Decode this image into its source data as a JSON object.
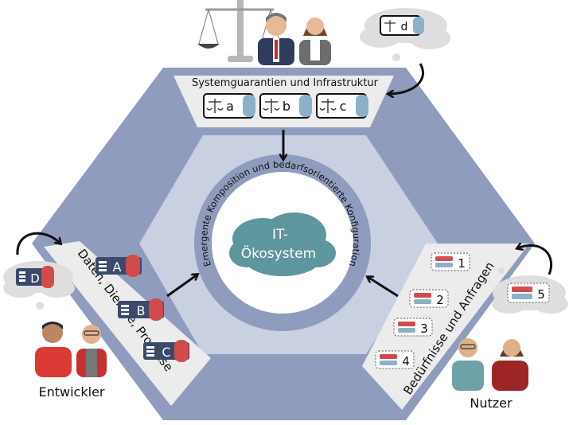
{
  "diagram": {
    "center_label_line1": "IT-",
    "center_label_line2": "Ökosystem",
    "ring_label": "Emergente Komposition und bedarfsorientierte Konfiguration",
    "top_panel": {
      "title": "Systemguarantien und Infrastruktur",
      "modules": [
        "a",
        "b",
        "c"
      ]
    },
    "left_panel": {
      "title": "Daten, Dienste, Prozesse",
      "components": [
        "A",
        "B",
        "C"
      ]
    },
    "right_panel": {
      "title": "Bedürfnisse und Anfragen",
      "requests": [
        "1",
        "2",
        "3",
        "4"
      ]
    },
    "thought_top": "d",
    "thought_left": "D",
    "thought_right": "5",
    "actor_developers": "Entwickler",
    "actor_users": "Nutzer"
  },
  "colors": {
    "hex_outer": "#8f9cbd",
    "hex_inner": "#c9d0e2",
    "ring": "#8f9cbd",
    "cloud": "#5e969e",
    "panel": "#ececec",
    "request_red": "#d24b4b",
    "request_blue": "#8cb0c9",
    "component_blue": "#3b4a6b"
  },
  "icons": [
    "scale-icon",
    "cloud-icon",
    "person-icon",
    "arrow-icon",
    "thought-bubble-icon"
  ]
}
